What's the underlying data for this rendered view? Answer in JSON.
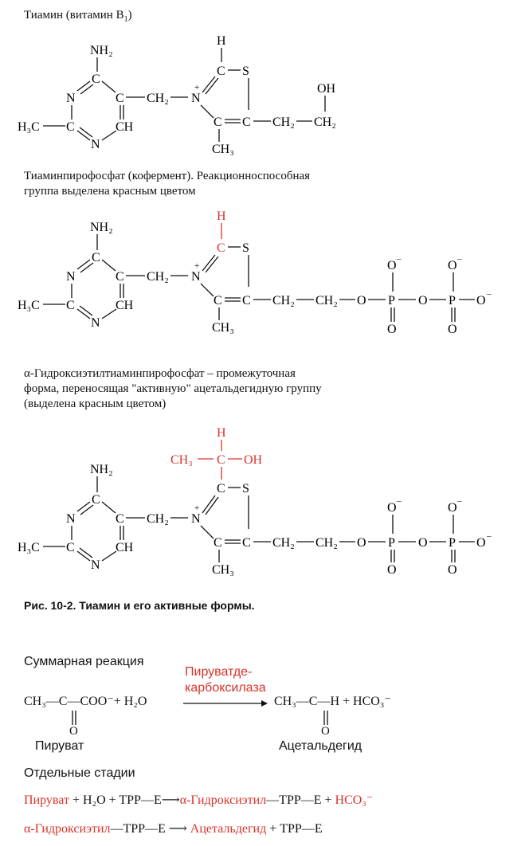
{
  "title1": "Тиамин (витамин B",
  "title1_sub": "1",
  "title1_end": ")",
  "title2_l1": "Тиаминпирофосфат (кофермент). Реакционноспособная",
  "title2_l2": "группа выделена красным цветом",
  "title3_l1": "α-Гидроксиэтилтиаминпирофосфат – промежуточная",
  "title3_l2": "форма, переносящая \"активную\" ацетальдегидную группу",
  "title3_l3": "(выделена красным цветом)",
  "figure_caption": "Рис. 10-2. Тиамин и его активные формы.",
  "atoms": {
    "nh2": "NH₂",
    "n": "N",
    "c": "C",
    "ch": "CH",
    "h3c": "H₃C",
    "ch2": "CH₂",
    "nplus": "N",
    "plus": "+",
    "s": "S",
    "h": "H",
    "ch3": "CH₃",
    "oh": "OH",
    "o": "O",
    "ominus": "O",
    "minus": "–",
    "p": "P",
    "ch3_red": "CH₃"
  },
  "summary": {
    "heading": "Суммарная реакция",
    "enzyme_l1": "Пируватде-",
    "enzyme_l2": "карбоксилаза",
    "left": "CH₃—C—COO⁻+ H₂O",
    "right": "CH₃—C—H  + HCO₃⁻",
    "o_left": "O",
    "o_right": "O",
    "name_left": "Пируват",
    "name_right": "Ацетальдегид"
  },
  "steps": {
    "heading": "Отдельные стадии",
    "s1_a": "Пируват",
    "s1_b": "+ H₂O + TPP—E",
    "s1_c": "α-Гидроксиэтил",
    "s1_d": "—TPP—E +",
    "s1_e": "HCO₃⁻",
    "s2_a": "α-Гидроксиэтил",
    "s2_b": "—TPP—E",
    "s2_c": "Ацетальдегид",
    "s2_d": "+ TPP—E"
  },
  "colors": {
    "red": "#d8332a",
    "black": "#111111"
  }
}
